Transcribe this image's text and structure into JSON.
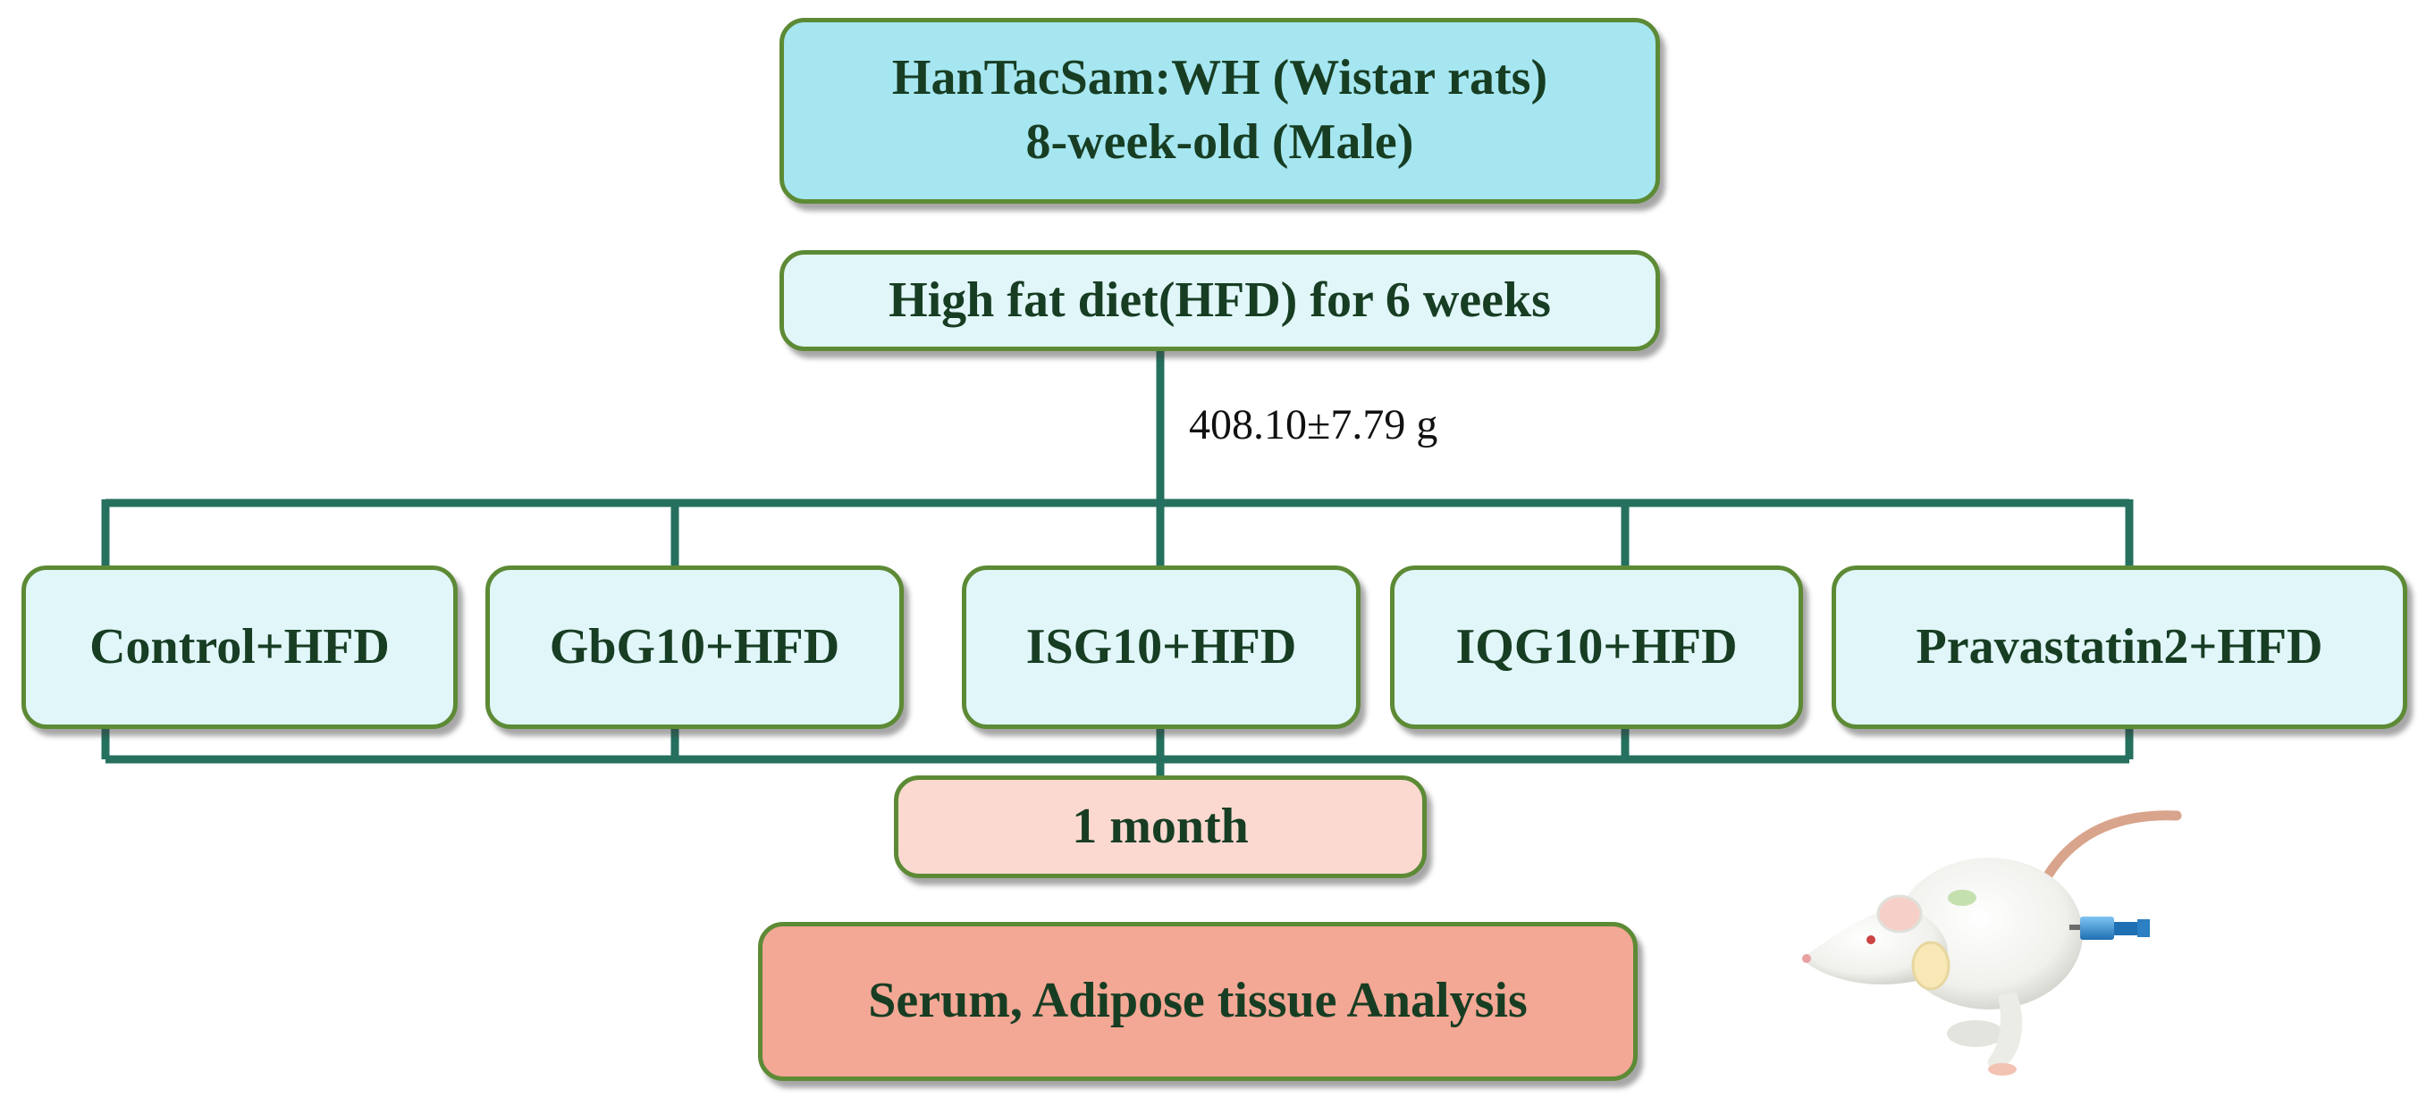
{
  "diagram": {
    "title_box": {
      "line1": "HanTacSam:WH (Wistar rats)",
      "line2": "8-week-old (Male)"
    },
    "diet_box": "High fat diet(HFD) for 6 weeks",
    "weight_label": "408.10±7.79 g",
    "groups": [
      "Control+HFD",
      "GbG10+HFD",
      "ISG10+HFD",
      "IQG10+HFD",
      "Pravastatin2+HFD"
    ],
    "duration_box": "1 month",
    "analysis_box": "Serum, Adipose tissue Analysis",
    "illustration": "rat-with-syringe"
  },
  "colors": {
    "connector": "#25705f",
    "border": "#5d8a35",
    "title_fill": "#a5e6f0",
    "group_fill": "#e0f6f8",
    "duration_fill": "#fbd9d0",
    "analysis_fill": "#f3a795"
  }
}
